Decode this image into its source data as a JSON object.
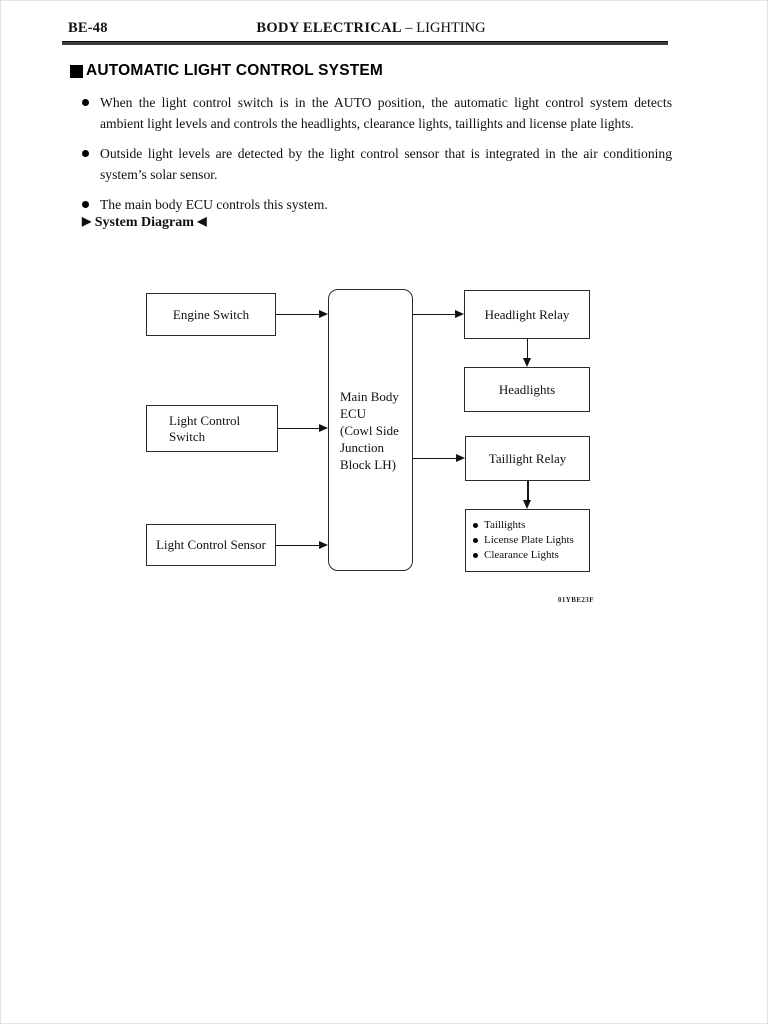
{
  "page": {
    "code": "BE-48",
    "title_bold": "BODY ELECTRICAL",
    "title_rest": "– LIGHTING"
  },
  "section": {
    "title": "AUTOMATIC LIGHT CONTROL SYSTEM",
    "bullets": [
      "When the light control switch is in the AUTO position, the automatic light control system detects ambient light levels and controls the headlights, clearance lights, taillights and license plate lights.",
      "Outside light levels are detected by the light control sensor that is integrated in the air conditioning system’s solar sensor.",
      "The main body ECU controls this system."
    ]
  },
  "diagram": {
    "label_prefix": "▶",
    "label": "System Diagram",
    "label_suffix": "◀",
    "nodes": {
      "engine_switch": "Engine Switch",
      "light_control_switch": "Light Control Switch",
      "light_control_sensor": "Light Control Sensor",
      "main_bcu": "Main Body\nECU\n(Cowl Side\nJunction\nBlock LH)",
      "headlight_relay": "Headlight Relay",
      "headlights": "Headlights",
      "taillight_relay": "Taillight Relay",
      "outputs": [
        "Taillights",
        "License Plate Lights",
        "Clearance Lights"
      ]
    },
    "figure_code": "01YBE23F"
  }
}
